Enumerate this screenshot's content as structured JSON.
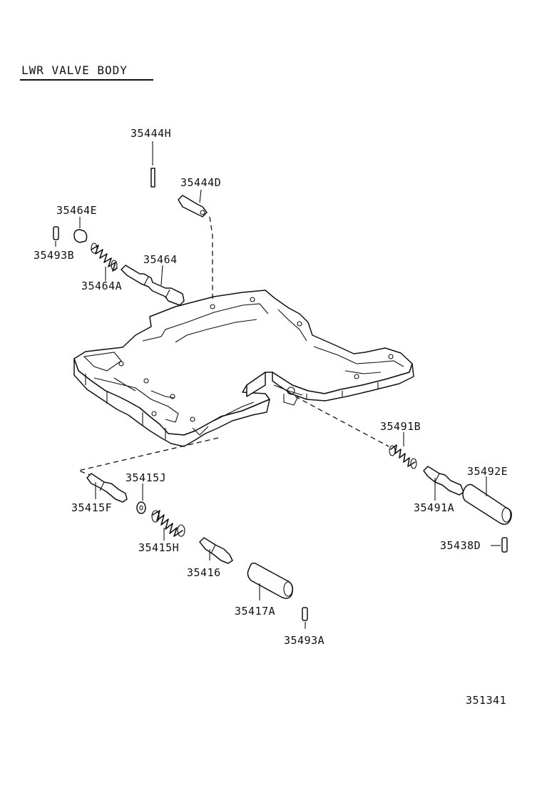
{
  "title": "LWR VALVE BODY",
  "diagram_number": "351341",
  "parts": {
    "p35444H": "35444H",
    "p35444D": "35444D",
    "p35464E": "35464E",
    "p35493B": "35493B",
    "p35464": "35464",
    "p35464A": "35464A",
    "p35491B": "35491B",
    "p35492E": "35492E",
    "p35491A": "35491A",
    "p35438D": "35438D",
    "p35415J": "35415J",
    "p35415F": "35415F",
    "p35415H": "35415H",
    "p35416": "35416",
    "p35417A": "35417A",
    "p35493A": "35493A"
  }
}
